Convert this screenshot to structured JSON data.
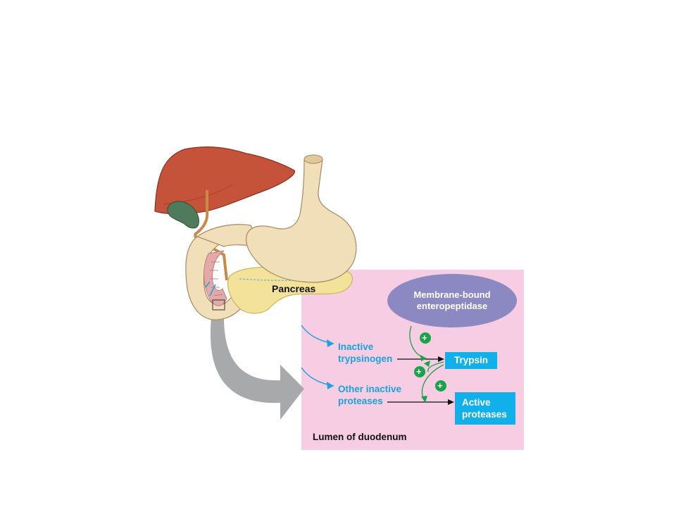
{
  "labels": {
    "pancreas": "Pancreas",
    "enteropeptidase": [
      "Membrane-bound",
      "enteropeptidase"
    ],
    "trypsinogen": [
      "Inactive",
      "trypsinogen"
    ],
    "other_proteases": [
      "Other inactive",
      "proteases"
    ],
    "trypsin": "Trypsin",
    "active_proteases": [
      "Active",
      "proteases"
    ],
    "lumen": "Lumen of duodenum",
    "plus": "+"
  },
  "colors": {
    "panel": "#f6cde2",
    "ellipse": "#8c88c2",
    "label_blue": "#1aa3dc",
    "box_blue": "#12b0ea",
    "plus_green": "#1aa34a",
    "arrow_gray": "#a8a9ab",
    "liver": "#c4533a",
    "stomach": "#f0dfb8",
    "pancreas": "#f3e39a",
    "gallbladder": "#4f7a5c"
  }
}
